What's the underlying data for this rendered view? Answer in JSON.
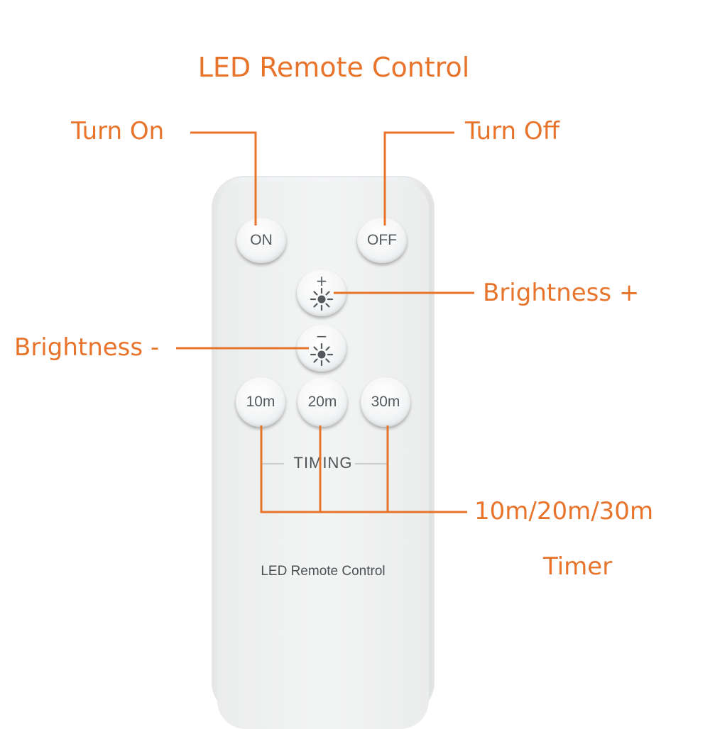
{
  "title": "LED Remote Control",
  "callouts": {
    "turn_on": "Turn On",
    "turn_off": "Turn Off",
    "brightness_plus": "Brightness +",
    "brightness_minus": "Brightness -",
    "timer_line1": "10m/20m/30m",
    "timer_line2": "Timer"
  },
  "remote": {
    "buttons": {
      "on": "ON",
      "off": "OFF",
      "plus_sign": "+",
      "minus_sign": "−",
      "t10": "10m",
      "t20": "20m",
      "t30": "30m"
    },
    "timing_label": "TIMING",
    "caption": "LED Remote Control"
  },
  "colors": {
    "accent": "#e8742c",
    "remote_body": "#f0f1f2",
    "button_text": "#555a5e"
  },
  "icons": [
    "sun-icon"
  ]
}
